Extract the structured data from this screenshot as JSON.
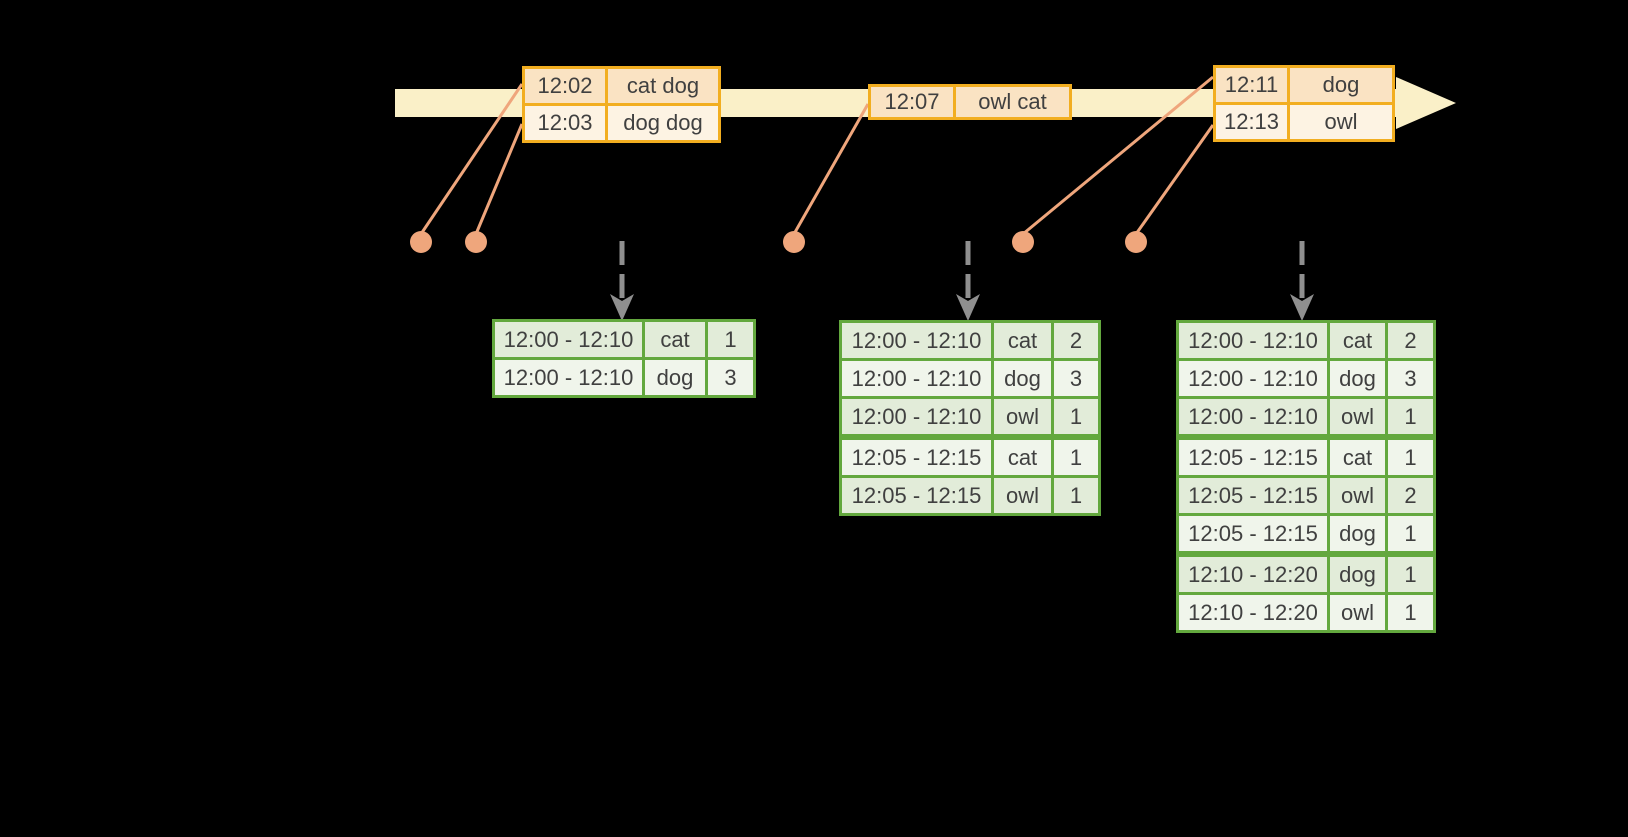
{
  "colors": {
    "background": "#000000",
    "timeline_band": "#FAF0C8",
    "event_border": "#F2AE20",
    "event_row_dark": "#FAE3C3",
    "event_row_light": "#FDF3E3",
    "connector": "#EFA67C",
    "result_border": "#63A83E",
    "result_row_dark": "#E2ECD9",
    "result_row_light": "#F0F5EB",
    "arrow_gray": "#8F8F8F",
    "text": "#404040"
  },
  "event_tables": [
    {
      "rows": [
        {
          "time": "12:02",
          "words": "cat dog"
        },
        {
          "time": "12:03",
          "words": "dog dog"
        }
      ]
    },
    {
      "rows": [
        {
          "time": "12:07",
          "words": "owl cat"
        }
      ]
    },
    {
      "rows": [
        {
          "time": "12:11",
          "words": "dog"
        },
        {
          "time": "12:13",
          "words": "owl"
        }
      ]
    }
  ],
  "result_tables": [
    {
      "rows": [
        {
          "window": "12:00 - 12:10",
          "word": "cat",
          "count": "1"
        },
        {
          "window": "12:00 - 12:10",
          "word": "dog",
          "count": "3"
        }
      ]
    },
    {
      "rows": [
        {
          "window": "12:00 - 12:10",
          "word": "cat",
          "count": "2"
        },
        {
          "window": "12:00 - 12:10",
          "word": "dog",
          "count": "3"
        },
        {
          "window": "12:00 - 12:10",
          "word": "owl",
          "count": "1"
        },
        {
          "window": "12:05 - 12:15",
          "word": "cat",
          "count": "1"
        },
        {
          "window": "12:05 - 12:15",
          "word": "owl",
          "count": "1"
        }
      ]
    },
    {
      "rows": [
        {
          "window": "12:00 - 12:10",
          "word": "cat",
          "count": "2"
        },
        {
          "window": "12:00 - 12:10",
          "word": "dog",
          "count": "3"
        },
        {
          "window": "12:00 - 12:10",
          "word": "owl",
          "count": "1"
        },
        {
          "window": "12:05 - 12:15",
          "word": "cat",
          "count": "1"
        },
        {
          "window": "12:05 - 12:15",
          "word": "owl",
          "count": "2"
        },
        {
          "window": "12:05 - 12:15",
          "word": "dog",
          "count": "1"
        },
        {
          "window": "12:10 - 12:20",
          "word": "dog",
          "count": "1"
        },
        {
          "window": "12:10 - 12:20",
          "word": "owl",
          "count": "1"
        }
      ]
    }
  ]
}
